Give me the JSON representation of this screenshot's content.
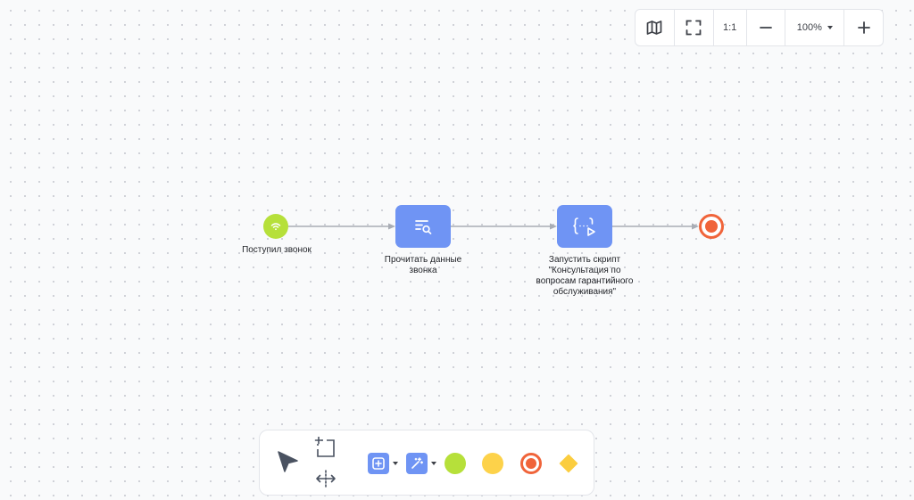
{
  "zoom_bar": {
    "ratio_label": "1:1",
    "zoom_level": "100%"
  },
  "nodes": {
    "start": {
      "label": "Поступил звонок",
      "icon": "wifi-icon"
    },
    "read_call_data": {
      "label": "Прочитать данные звонка",
      "icon": "search-list-icon"
    },
    "run_script": {
      "label": "Запустить скрипт \"Консультация по вопросам гарантийного обслуживания\"",
      "icon": "script-run-icon"
    },
    "end": {
      "icon": "end-circle-icon"
    }
  },
  "toolbar": {
    "tools": [
      "pointer-icon",
      "add-frame-icon",
      "resize-horizontal-icon",
      "add-block-icon",
      "magic-wand-icon",
      "start-event-icon",
      "intermediate-event-icon",
      "end-event-icon",
      "gateway-icon"
    ]
  },
  "colors": {
    "accent": "#6f94f4",
    "start": "#b6e03a",
    "intermediate": "#fdd24a",
    "end": "#f0643a",
    "gateway": "#fbcd3f",
    "edge": "#a9adb5"
  }
}
